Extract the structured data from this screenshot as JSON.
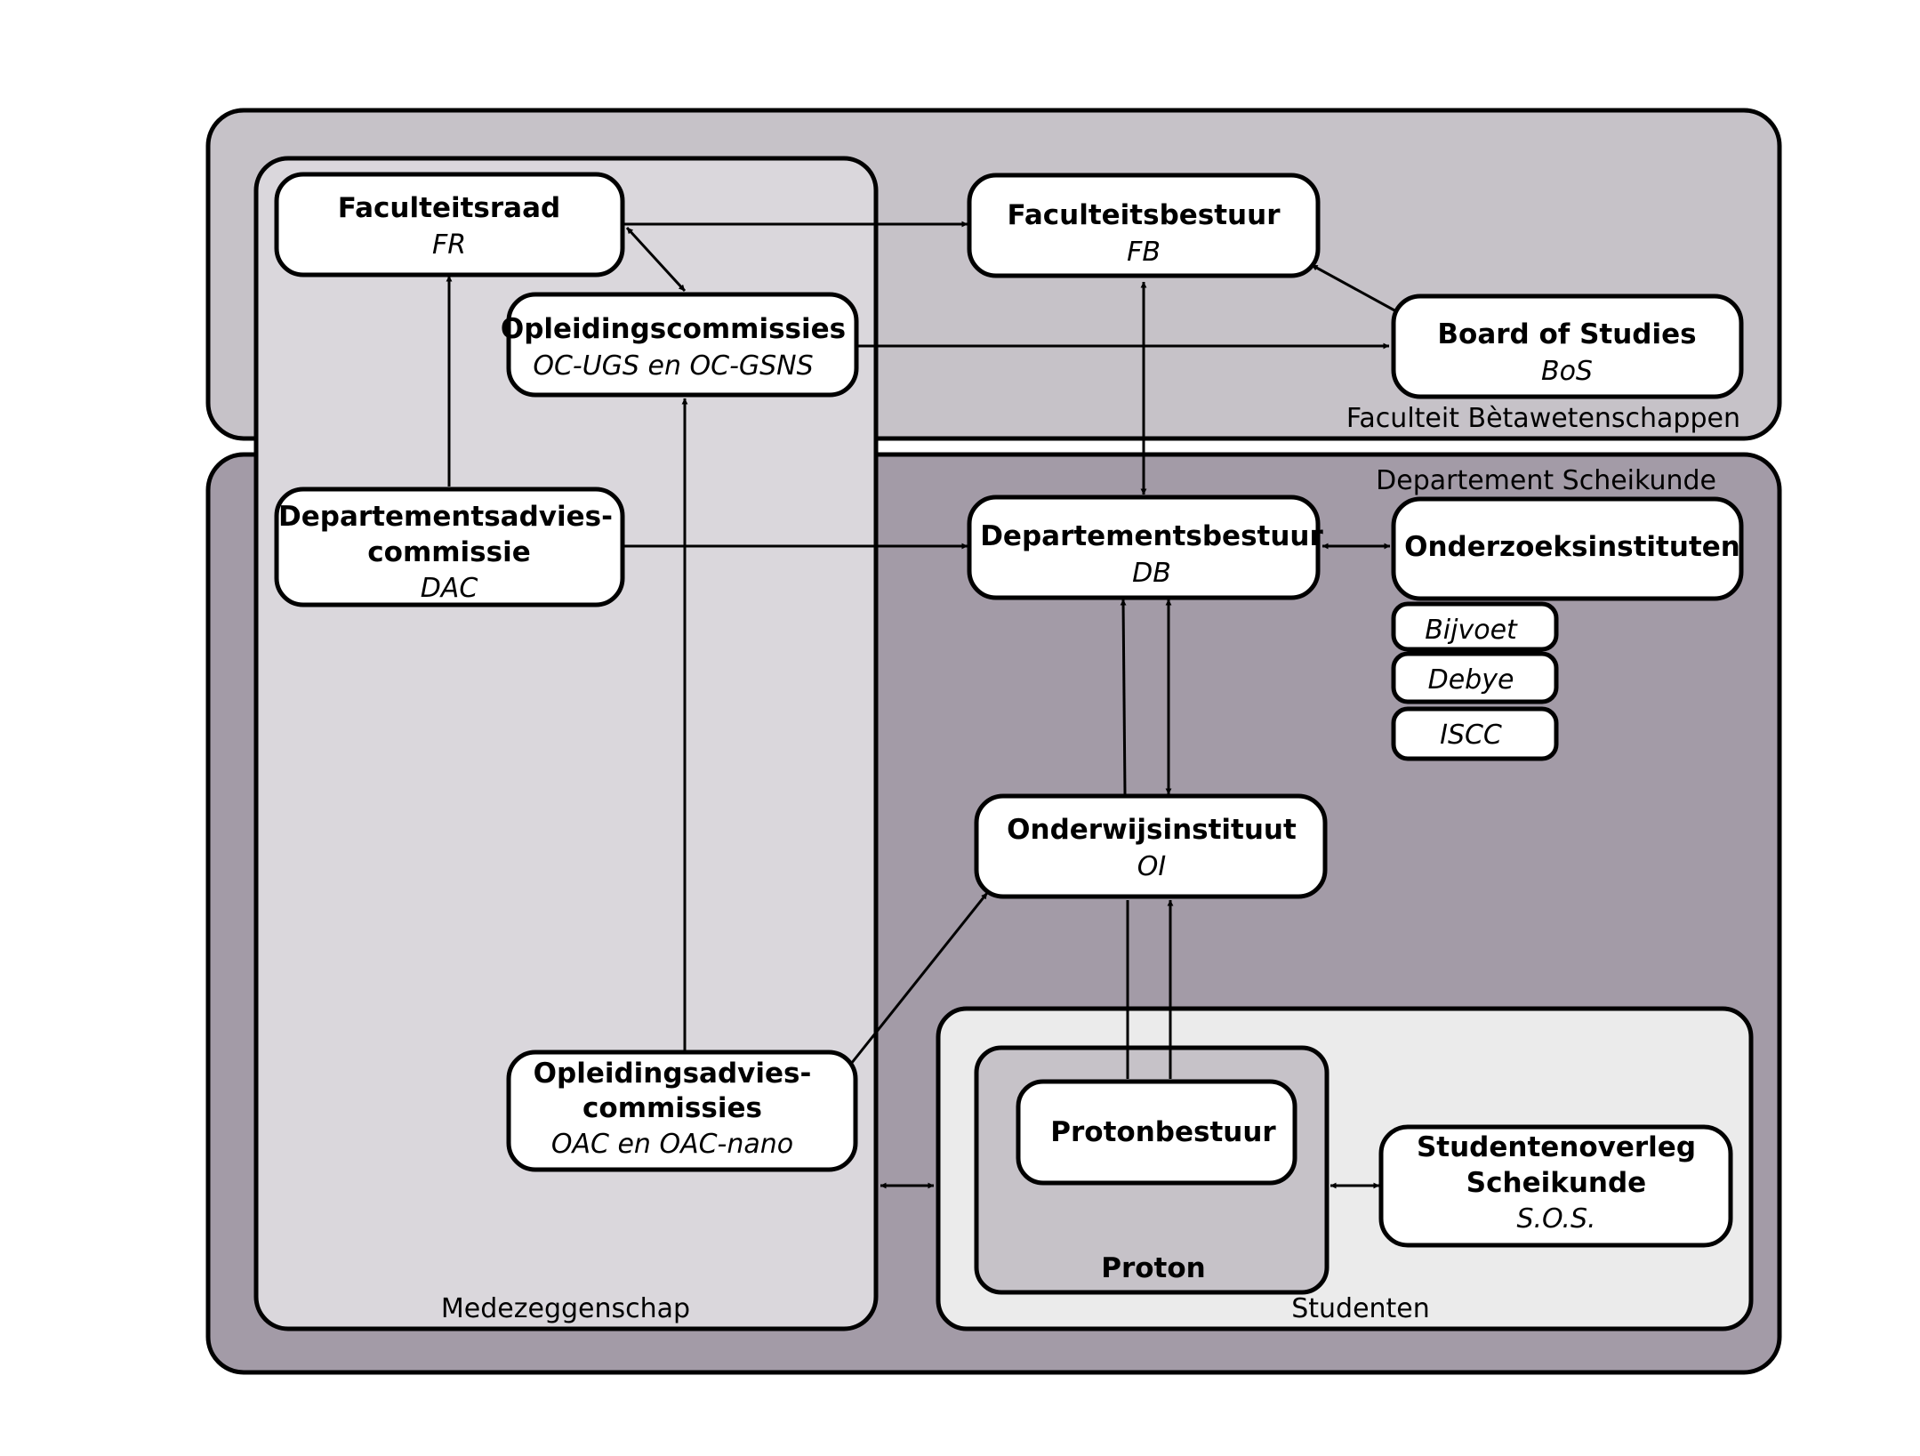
{
  "regions": {
    "faculty": "Faculteit Bètawetenschappen",
    "department": "Departement Scheikunde",
    "participation": "Medezeggenschap",
    "students": "Studenten",
    "proton": "Proton"
  },
  "nodes": {
    "fr": {
      "title": "Faculteitsraad",
      "abbr": "FR"
    },
    "fb": {
      "title": "Faculteitsbestuur",
      "abbr": "FB"
    },
    "oc": {
      "title": "Opleidingscommissies",
      "abbr": "OC-UGS en OC-GSNS"
    },
    "bos": {
      "title": "Board of Studies",
      "abbr": "BoS"
    },
    "dac": {
      "title_line1": "Departementsadvies-",
      "title_line2": "commissie",
      "abbr": "DAC"
    },
    "db": {
      "title": "Departementsbestuur",
      "abbr": "DB"
    },
    "oi_inst": {
      "title": "Onderzoeksinstituten"
    },
    "bijvoet": "Bijvoet",
    "debye": "Debye",
    "iscc": "ISCC",
    "oi": {
      "title": "Onderwijsinstituut",
      "abbr": "OI"
    },
    "oac": {
      "title_line1": "Opleidingsadvies-",
      "title_line2": "commissies",
      "abbr": "OAC en OAC-nano"
    },
    "protonbestuur": {
      "title": "Protonbestuur"
    },
    "sos": {
      "title_line1": "Studentenoverleg",
      "title_line2": "Scheikunde",
      "abbr": "S.O.S."
    }
  },
  "colors": {
    "faculty_bg": "#c6c2c8",
    "department_bg": "#a39ba7",
    "participation_bg": "#dad7dc",
    "students_bg": "#ebebeb",
    "proton_bg": "#c6c2c8",
    "box_bg": "#ffffff"
  }
}
